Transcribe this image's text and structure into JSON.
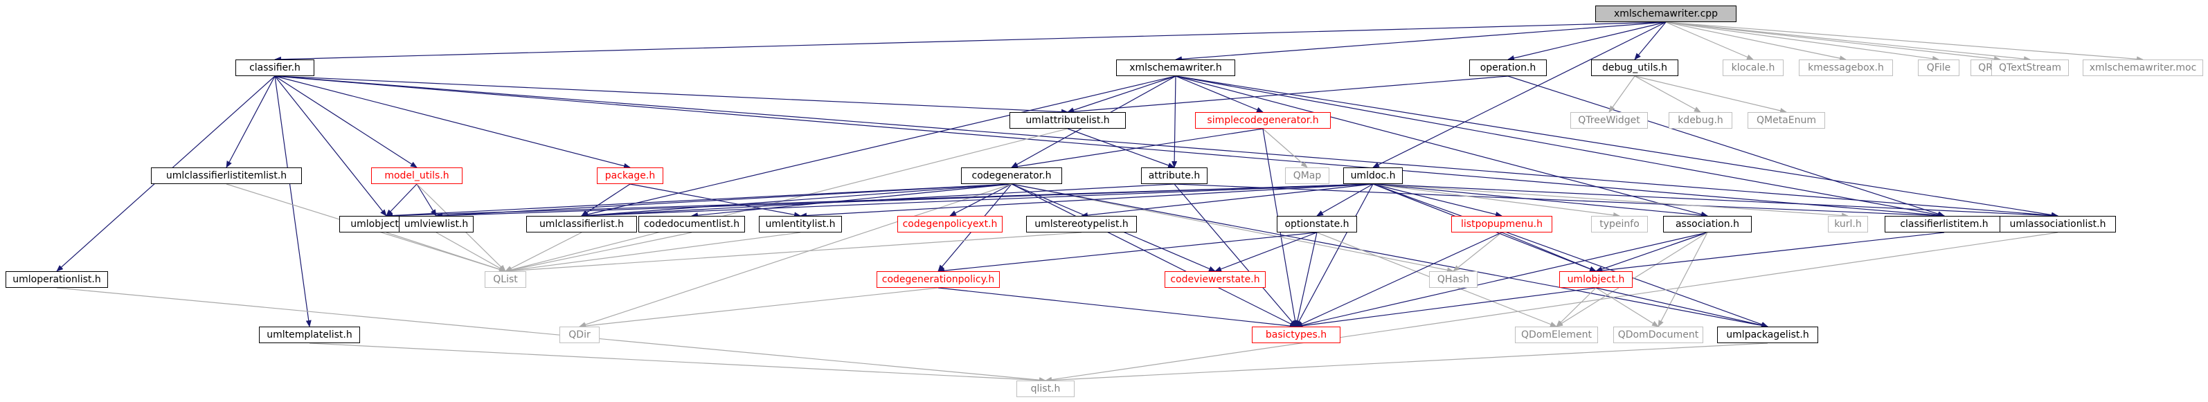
{
  "colors": {
    "background": "#ffffff",
    "edge": "#191970",
    "edge_light": "#a9a9a9",
    "border_normal": "#000000",
    "border_red": "#ff0000",
    "border_gray": "#bfbfbf",
    "root_fill": "#bfbfbf",
    "label_normal": "#000000",
    "label_red": "#ff0000",
    "label_gray": "#808080"
  },
  "diagram": {
    "nodes": [
      {
        "id": "root",
        "label": "xmlschemawriter.cpp",
        "style": "root"
      },
      {
        "id": "classifier",
        "label": "classifier.h",
        "style": "normal"
      },
      {
        "id": "xmlsw_h",
        "label": "xmlschemawriter.h",
        "style": "normal"
      },
      {
        "id": "operation",
        "label": "operation.h",
        "style": "normal"
      },
      {
        "id": "debug_utils",
        "label": "debug_utils.h",
        "style": "normal"
      },
      {
        "id": "klocale",
        "label": "klocale.h",
        "style": "gray"
      },
      {
        "id": "kmessagebox",
        "label": "kmessagebox.h",
        "style": "gray"
      },
      {
        "id": "qfile",
        "label": "QFile",
        "style": "gray"
      },
      {
        "id": "qregexp",
        "label": "QRegExp",
        "style": "gray"
      },
      {
        "id": "qtextstream",
        "label": "QTextStream",
        "style": "gray"
      },
      {
        "id": "xmlsw_moc",
        "label": "xmlschemawriter.moc",
        "style": "gray"
      },
      {
        "id": "umlattributelist",
        "label": "umlattributelist.h",
        "style": "normal"
      },
      {
        "id": "simplecodegen",
        "label": "simplecodegenerator.h",
        "style": "red"
      },
      {
        "id": "qtreewidget",
        "label": "QTreeWidget",
        "style": "gray"
      },
      {
        "id": "kdebug",
        "label": "kdebug.h",
        "style": "gray"
      },
      {
        "id": "qmetaenum",
        "label": "QMetaEnum",
        "style": "gray"
      },
      {
        "id": "umlclassifierlistitemlist",
        "label": "umlclassifierlistitemlist.h",
        "style": "normal"
      },
      {
        "id": "model_utils",
        "label": "model_utils.h",
        "style": "red"
      },
      {
        "id": "package",
        "label": "package.h",
        "style": "red"
      },
      {
        "id": "codegenerator",
        "label": "codegenerator.h",
        "style": "normal"
      },
      {
        "id": "attribute",
        "label": "attribute.h",
        "style": "normal"
      },
      {
        "id": "qmap",
        "label": "QMap",
        "style": "gray"
      },
      {
        "id": "umldoc",
        "label": "umldoc.h",
        "style": "normal"
      },
      {
        "id": "umlobjectlist",
        "label": "umlobjectlist.h",
        "style": "normal"
      },
      {
        "id": "umlviewlist",
        "label": "umlviewlist.h",
        "style": "normal"
      },
      {
        "id": "umlclassifierlist",
        "label": "umlclassifierlist.h",
        "style": "normal"
      },
      {
        "id": "codedocumentlist",
        "label": "codedocumentlist.h",
        "style": "normal"
      },
      {
        "id": "umlentitylist",
        "label": "umlentitylist.h",
        "style": "normal"
      },
      {
        "id": "codegenpolicyext",
        "label": "codegenpolicyext.h",
        "style": "red"
      },
      {
        "id": "umlstereotypelist",
        "label": "umlstereotypelist.h",
        "style": "normal"
      },
      {
        "id": "optionstate",
        "label": "optionstate.h",
        "style": "normal"
      },
      {
        "id": "listpopupmenu",
        "label": "listpopupmenu.h",
        "style": "red"
      },
      {
        "id": "typeinfo",
        "label": "typeinfo",
        "style": "gray"
      },
      {
        "id": "association",
        "label": "association.h",
        "style": "normal"
      },
      {
        "id": "kurl",
        "label": "kurl.h",
        "style": "gray"
      },
      {
        "id": "classifierlistitem",
        "label": "classifierlistitem.h",
        "style": "normal"
      },
      {
        "id": "umlassociationlist",
        "label": "umlassociationlist.h",
        "style": "normal"
      },
      {
        "id": "umloperationlist",
        "label": "umloperationlist.h",
        "style": "normal"
      },
      {
        "id": "qlist_cap",
        "label": "QList",
        "style": "gray"
      },
      {
        "id": "qhash",
        "label": "QHash",
        "style": "gray"
      },
      {
        "id": "codeviewerstate",
        "label": "codeviewerstate.h",
        "style": "red"
      },
      {
        "id": "codegenpolicy",
        "label": "codegenerationpolicy.h",
        "style": "red"
      },
      {
        "id": "umlobject",
        "label": "umlobject.h",
        "style": "red"
      },
      {
        "id": "umltemplatelist",
        "label": "umltemplatelist.h",
        "style": "normal"
      },
      {
        "id": "qdir",
        "label": "QDir",
        "style": "gray"
      },
      {
        "id": "basictypes",
        "label": "basictypes.h",
        "style": "red"
      },
      {
        "id": "qdomelement",
        "label": "QDomElement",
        "style": "gray"
      },
      {
        "id": "qdomdocument",
        "label": "QDomDocument",
        "style": "gray"
      },
      {
        "id": "umlpackagelist",
        "label": "umlpackagelist.h",
        "style": "normal"
      },
      {
        "id": "qlist_h",
        "label": "qlist.h",
        "style": "gray"
      }
    ],
    "edges": [
      [
        "root",
        "classifier"
      ],
      [
        "root",
        "xmlsw_h"
      ],
      [
        "root",
        "operation"
      ],
      [
        "root",
        "debug_utils"
      ],
      [
        "root",
        "klocale"
      ],
      [
        "root",
        "kmessagebox"
      ],
      [
        "root",
        "qfile"
      ],
      [
        "root",
        "qregexp"
      ],
      [
        "root",
        "qtextstream"
      ],
      [
        "root",
        "xmlsw_moc"
      ],
      [
        "root",
        "umldoc"
      ],
      [
        "classifier",
        "umlattributelist"
      ],
      [
        "classifier",
        "package"
      ],
      [
        "classifier",
        "model_utils"
      ],
      [
        "classifier",
        "umlclassifierlistitemlist"
      ],
      [
        "classifier",
        "umloperationlist"
      ],
      [
        "classifier",
        "umltemplatelist"
      ],
      [
        "classifier",
        "umlobjectlist"
      ],
      [
        "classifier",
        "classifierlistitem"
      ],
      [
        "classifier",
        "umlassociationlist"
      ],
      [
        "xmlsw_h",
        "umlattributelist"
      ],
      [
        "xmlsw_h",
        "simplecodegen"
      ],
      [
        "xmlsw_h",
        "codegenerator"
      ],
      [
        "xmlsw_h",
        "attribute"
      ],
      [
        "xmlsw_h",
        "umlclassifierlist"
      ],
      [
        "xmlsw_h",
        "association"
      ],
      [
        "xmlsw_h",
        "umlassociationlist"
      ],
      [
        "xmlsw_h",
        "classifierlistitem"
      ],
      [
        "operation",
        "umlattributelist"
      ],
      [
        "operation",
        "classifierlistitem"
      ],
      [
        "debug_utils",
        "qtreewidget"
      ],
      [
        "debug_utils",
        "kdebug"
      ],
      [
        "debug_utils",
        "qmetaenum"
      ],
      [
        "umlattributelist",
        "attribute"
      ],
      [
        "umlattributelist",
        "qlist_cap"
      ],
      [
        "simplecodegen",
        "codegenerator"
      ],
      [
        "simplecodegen",
        "qmap"
      ],
      [
        "simplecodegen",
        "basictypes"
      ],
      [
        "umlclassifierlistitemlist",
        "qlist_cap"
      ],
      [
        "model_utils",
        "umlobjectlist"
      ],
      [
        "model_utils",
        "umlviewlist"
      ],
      [
        "model_utils",
        "qlist_cap"
      ],
      [
        "package",
        "umlclassifierlist"
      ],
      [
        "package",
        "umlentitylist"
      ],
      [
        "codegenerator",
        "umlobjectlist"
      ],
      [
        "codegenerator",
        "umlviewlist"
      ],
      [
        "codegenerator",
        "umlclassifierlist"
      ],
      [
        "codegenerator",
        "codedocumentlist"
      ],
      [
        "codegenerator",
        "codegenpolicyext"
      ],
      [
        "codegenerator",
        "codegenpolicy"
      ],
      [
        "codegenerator",
        "basictypes"
      ],
      [
        "codegenerator",
        "qdir"
      ],
      [
        "codegenerator",
        "qhash"
      ],
      [
        "codegenerator",
        "codeviewerstate"
      ],
      [
        "codegenerator",
        "umlpackagelist"
      ],
      [
        "attribute",
        "classifierlistitem"
      ],
      [
        "attribute",
        "basictypes"
      ],
      [
        "attribute",
        "umlclassifierlist"
      ],
      [
        "umldoc",
        "umlobjectlist"
      ],
      [
        "umldoc",
        "umlviewlist"
      ],
      [
        "umldoc",
        "umlclassifierlist"
      ],
      [
        "umldoc",
        "umlentitylist"
      ],
      [
        "umldoc",
        "umlstereotypelist"
      ],
      [
        "umldoc",
        "optionstate"
      ],
      [
        "umldoc",
        "listpopupmenu"
      ],
      [
        "umldoc",
        "typeinfo"
      ],
      [
        "umldoc",
        "association"
      ],
      [
        "umldoc",
        "kurl"
      ],
      [
        "umldoc",
        "umlassociationlist"
      ],
      [
        "umldoc",
        "basictypes"
      ],
      [
        "umldoc",
        "umlpackagelist"
      ],
      [
        "umldoc",
        "umlobject"
      ],
      [
        "umlobjectlist",
        "qlist_cap"
      ],
      [
        "umlviewlist",
        "qlist_cap"
      ],
      [
        "umlclassifierlist",
        "qlist_cap"
      ],
      [
        "codedocumentlist",
        "qlist_cap"
      ],
      [
        "umlentitylist",
        "qlist_cap"
      ],
      [
        "umlstereotypelist",
        "qlist_cap"
      ],
      [
        "optionstate",
        "codegenpolicy"
      ],
      [
        "optionstate",
        "codeviewerstate"
      ],
      [
        "optionstate",
        "basictypes"
      ],
      [
        "optionstate",
        "qdomelement"
      ],
      [
        "listpopupmenu",
        "qhash"
      ],
      [
        "listpopupmenu",
        "umlobject"
      ],
      [
        "listpopupmenu",
        "basictypes"
      ],
      [
        "association",
        "umlobject"
      ],
      [
        "association",
        "basictypes"
      ],
      [
        "association",
        "qdomelement"
      ],
      [
        "association",
        "qdomdocument"
      ],
      [
        "classifierlistitem",
        "umlobject"
      ],
      [
        "umlassociationlist",
        "qlist_h"
      ],
      [
        "umloperationlist",
        "qlist_h"
      ],
      [
        "umltemplatelist",
        "qlist_h"
      ],
      [
        "umlpackagelist",
        "qlist_h"
      ],
      [
        "codegenpolicy",
        "basictypes"
      ],
      [
        "codegenpolicy",
        "qdir"
      ],
      [
        "umlobject",
        "basictypes"
      ],
      [
        "umlobject",
        "qdomelement"
      ],
      [
        "umlobject",
        "qdomdocument"
      ],
      [
        "umlobject",
        "umlpackagelist"
      ]
    ]
  }
}
